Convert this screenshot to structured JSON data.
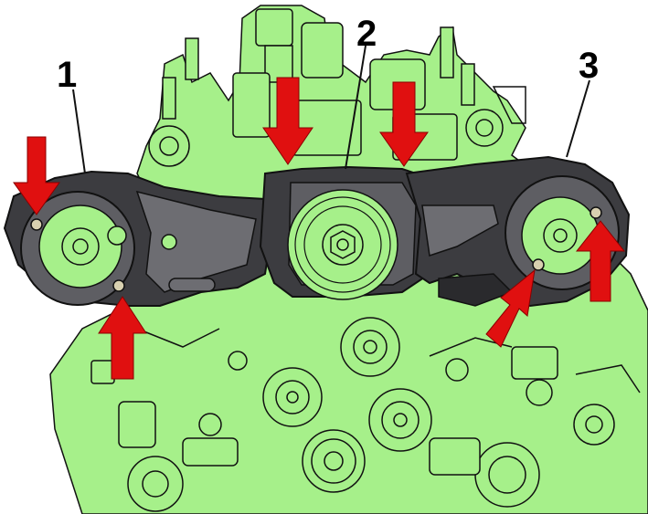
{
  "diagram": {
    "callouts": [
      {
        "id": "1",
        "label": "1"
      },
      {
        "id": "2",
        "label": "2"
      },
      {
        "id": "3",
        "label": "3"
      }
    ],
    "arrows": [
      {
        "direction": "down",
        "target": "left-cover-top-bolt"
      },
      {
        "direction": "up",
        "target": "left-cover-bottom-bolt"
      },
      {
        "direction": "down",
        "target": "center-cover-left-bolt"
      },
      {
        "direction": "down",
        "target": "center-cover-right-bolt"
      },
      {
        "direction": "up",
        "target": "right-cover-bottom-bolt"
      },
      {
        "direction": "up",
        "target": "right-cover-right-bolt"
      }
    ],
    "colors": {
      "engine": "#a6f08a",
      "cover": "#3c3c40",
      "cover_light": "#6d6d72",
      "arrow": "#e01010",
      "line": "#111111"
    }
  }
}
